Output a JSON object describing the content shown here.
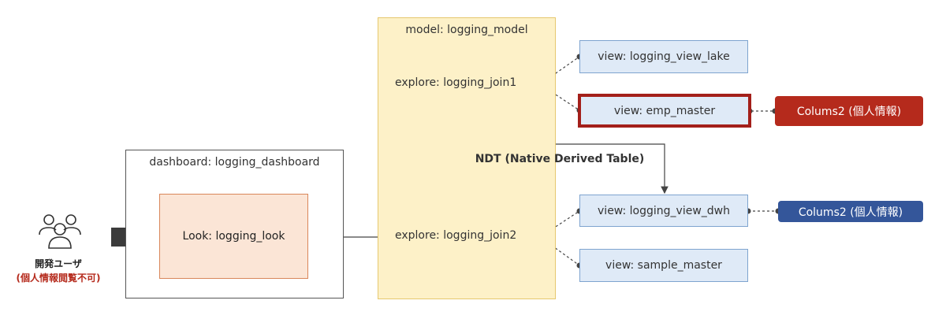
{
  "model": {
    "title": "model: logging_model"
  },
  "dashboard": {
    "title": "dashboard: logging_dashboard"
  },
  "look": {
    "label": "Look: logging_look"
  },
  "explores": [
    {
      "label": "explore: logging_join1"
    },
    {
      "label": "explore: logging_join2"
    }
  ],
  "views": [
    {
      "label": "view: logging_view_lake"
    },
    {
      "label": "view: emp_master"
    },
    {
      "label": "view: logging_view_dwh"
    },
    {
      "label": "view: sample_master"
    }
  ],
  "columns": [
    {
      "label": "Colums2 (個人情報)",
      "color": "#b52a1c"
    },
    {
      "label": "Colums2 (個人情報)",
      "color": "#34569a"
    }
  ],
  "ndt": {
    "label": "NDT (Native Derived Table)"
  },
  "user": {
    "name": "開発ユーザ",
    "note": "(個人情報閲覧不可)",
    "icon": "users-icon"
  },
  "colors": {
    "model_fill": "#fdf1c8",
    "look_fill": "#fbe5d6",
    "view_fill": "#dfeaf7",
    "highlight": "#a31f1a"
  }
}
